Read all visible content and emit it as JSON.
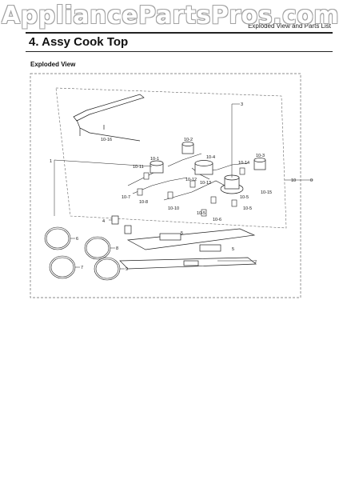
{
  "watermark": "AppliancePartsPros.com",
  "header": {
    "note": "Exploded View and Parts List"
  },
  "section": {
    "title": "4.  Assy Cook Top"
  },
  "subheading": "Exploded View",
  "callouts": {
    "c1": "1",
    "c2": "2",
    "c3": "3",
    "c4": "4",
    "c5a": "5",
    "c5b": "5",
    "c6": "6",
    "c7": "7",
    "c8": "8",
    "c9": "9",
    "c10": "10",
    "c0": "0",
    "c10_1": "10-1",
    "c10_2": "10-2",
    "c10_3": "10-3",
    "c10_4": "10-4",
    "c10_5a": "10-5",
    "c10_5b": "10-5",
    "c10_5c": "10-5",
    "c10_6": "10-6",
    "c10_7": "10-7",
    "c10_8": "10-8",
    "c10_10": "10-10",
    "c10_11": "10-11",
    "c10_12": "10-12",
    "c10_13": "10-13",
    "c10_14": "10-14",
    "c10_15": "10-15",
    "c10_16": "10-16"
  },
  "colors": {
    "line": "#222222",
    "dash": "#666666"
  }
}
